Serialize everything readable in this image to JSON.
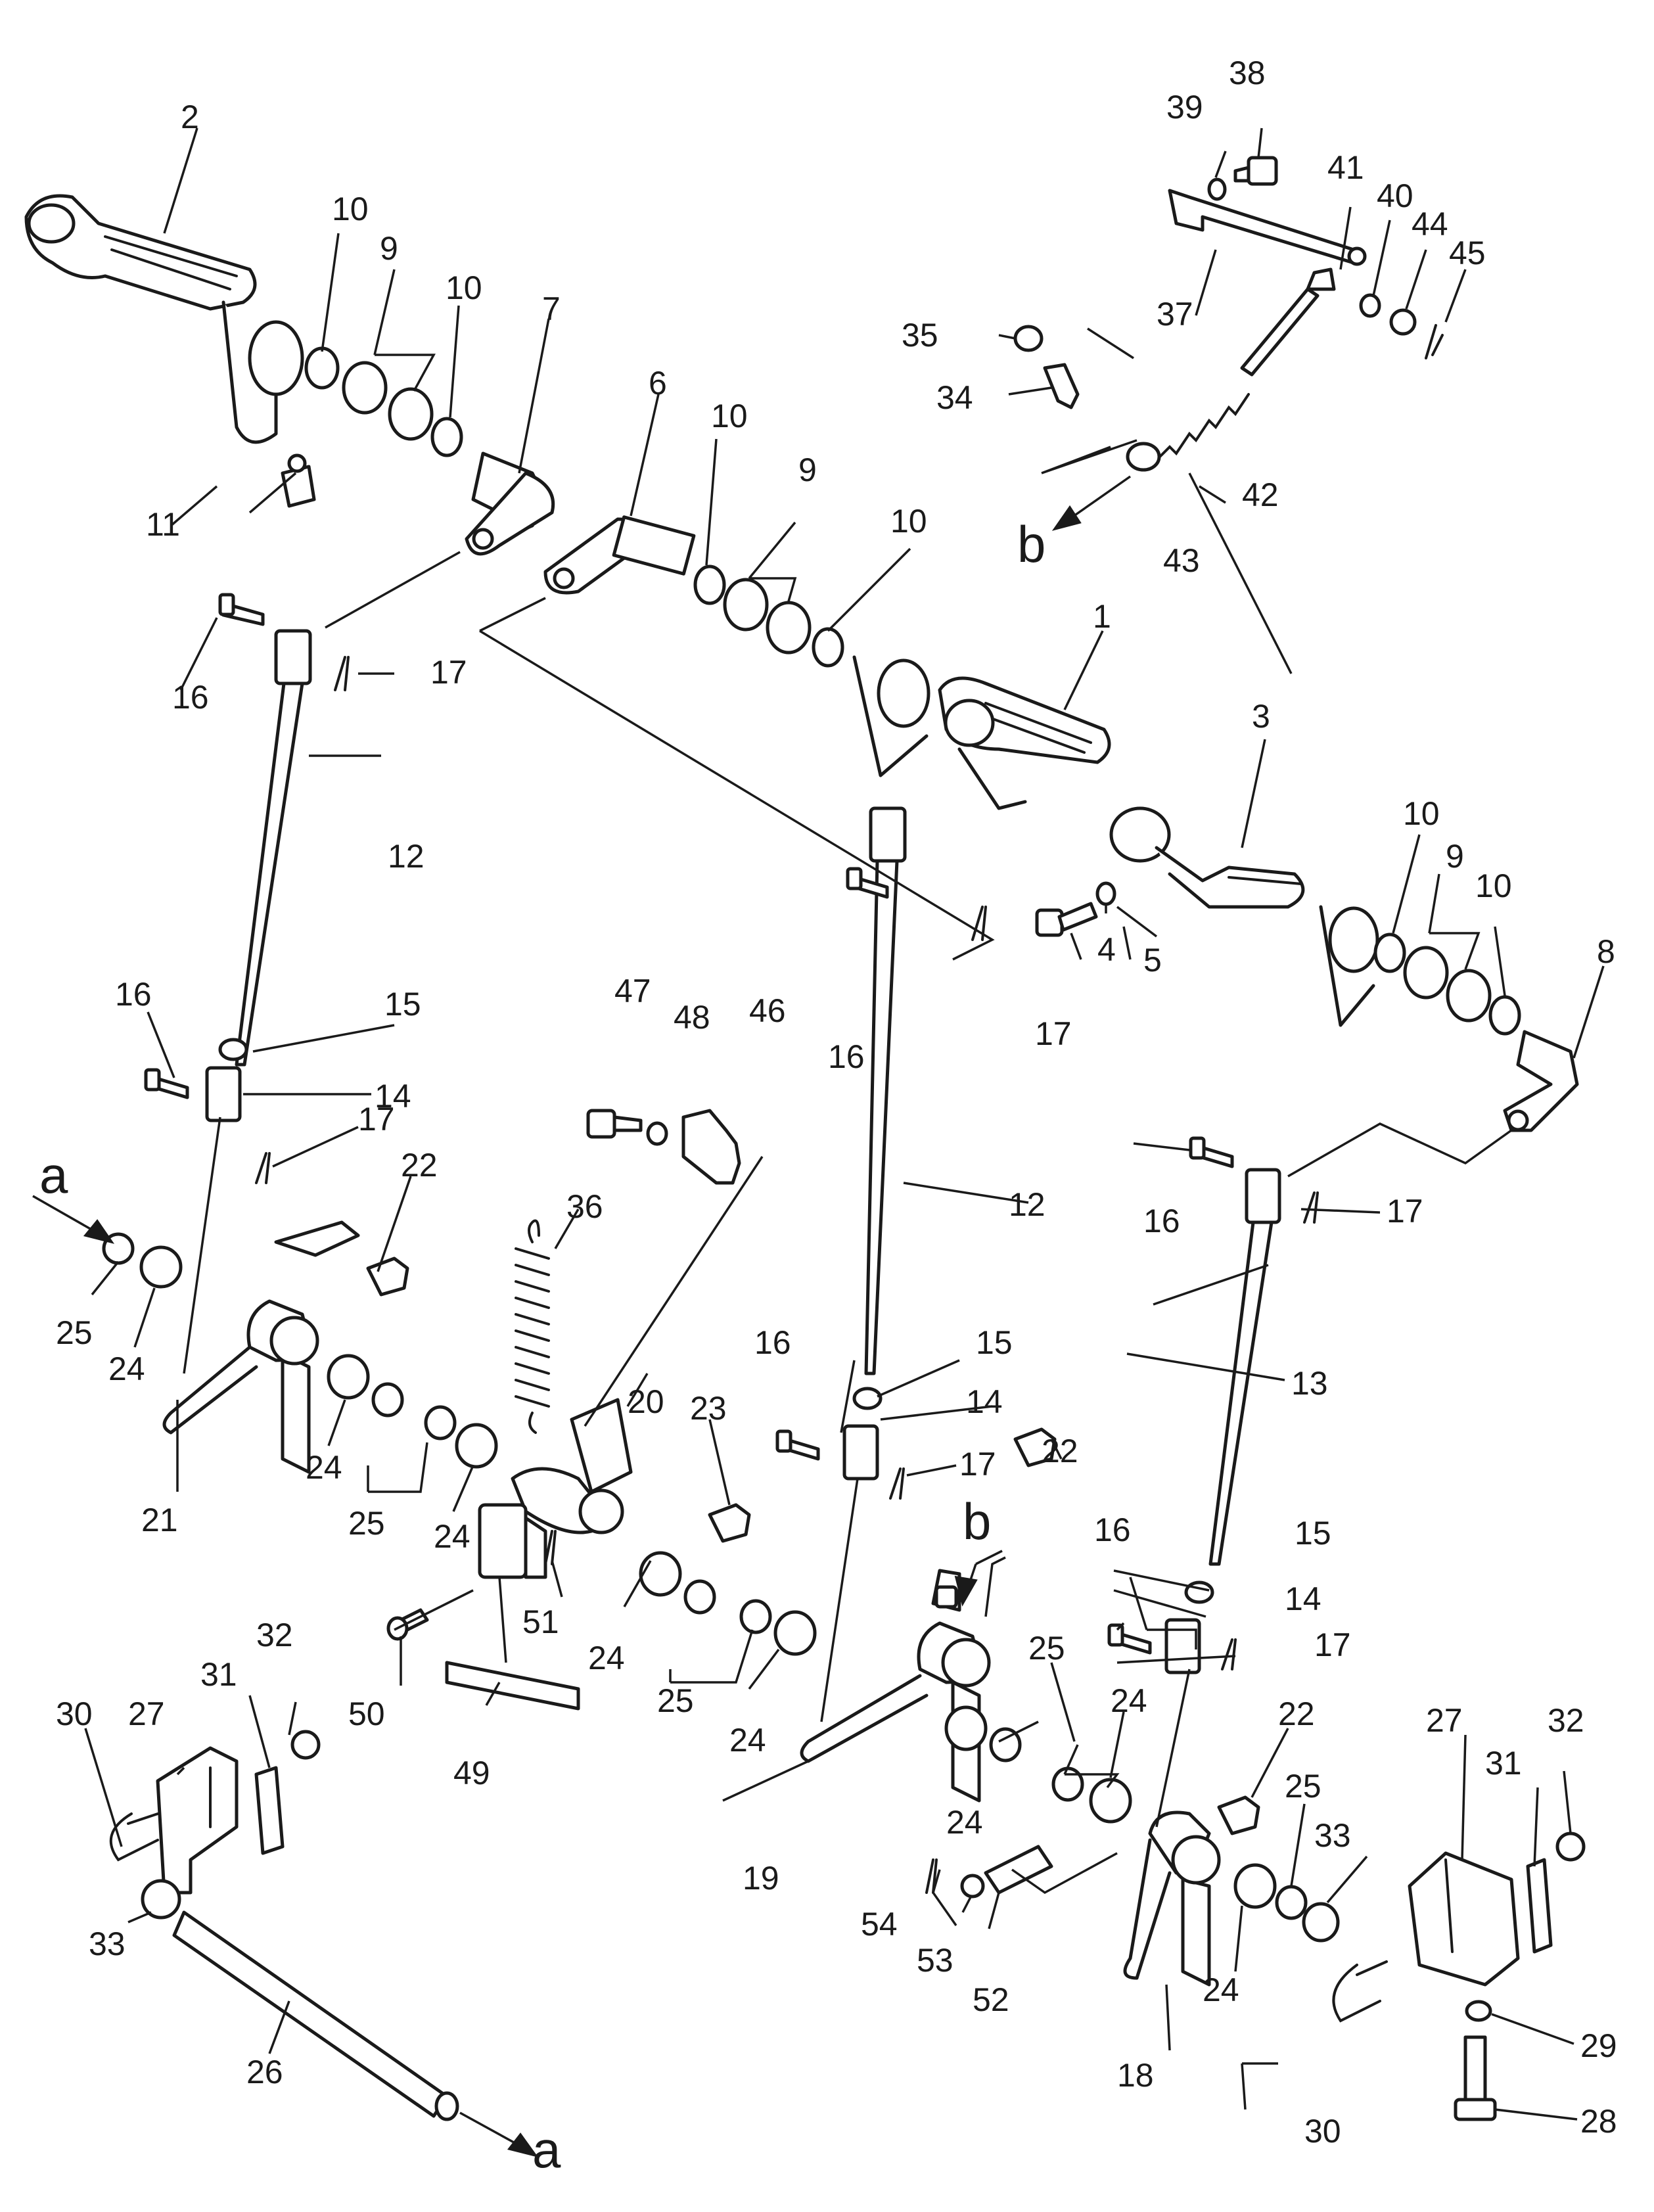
{
  "callouts": [
    "1",
    "2",
    "3",
    "4",
    "5",
    "6",
    "7",
    "8",
    "9",
    "10",
    "11",
    "12",
    "13",
    "14",
    "15",
    "16",
    "17",
    "18",
    "19",
    "20",
    "21",
    "22",
    "23",
    "24",
    "25",
    "26",
    "27",
    "28",
    "29",
    "30",
    "31",
    "32",
    "33",
    "34",
    "35",
    "36",
    "37",
    "38",
    "39",
    "40",
    "41",
    "42",
    "43",
    "44",
    "45",
    "46",
    "47",
    "48",
    "49",
    "50",
    "51",
    "52",
    "53",
    "54"
  ],
  "reference_letters": [
    "a",
    "b"
  ]
}
